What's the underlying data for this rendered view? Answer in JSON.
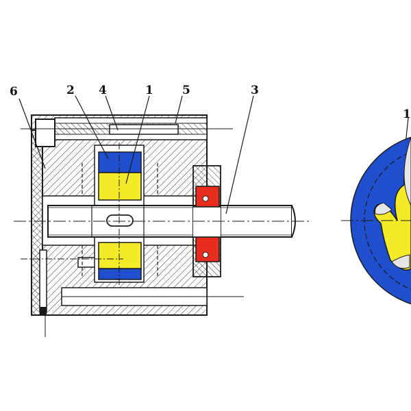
{
  "labels": {
    "part6": "6",
    "part2": "2",
    "part4": "4",
    "part1": "1",
    "part5": "5",
    "part3": "3",
    "part1_right": "1"
  },
  "colors": {
    "outer_rotor_blue": "#1f4fcc",
    "inner_rotor_yellow": "#f4ea2a",
    "seal_red": "#e82d1f",
    "line": "#1a1a1a"
  }
}
